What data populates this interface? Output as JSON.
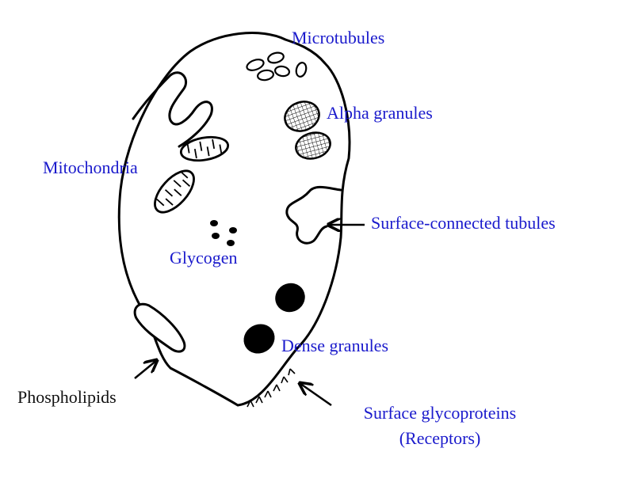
{
  "colors": {
    "label_blue": "#1a1acc",
    "label_black": "#111111",
    "outline": "#000000",
    "fill": "#ffffff"
  },
  "labels": {
    "microtubules": "Microtubules",
    "alpha_granules": "Alpha granules",
    "mitochondria": "Mitochondria",
    "surface_connected_tubules": "Surface-connected tubules",
    "glycogen": "Glycogen",
    "dense_granules": "Dense granules",
    "phospholipids": "Phospholipids",
    "surface_glycoproteins": "Surface glycoproteins",
    "receptors": "(Receptors)"
  }
}
